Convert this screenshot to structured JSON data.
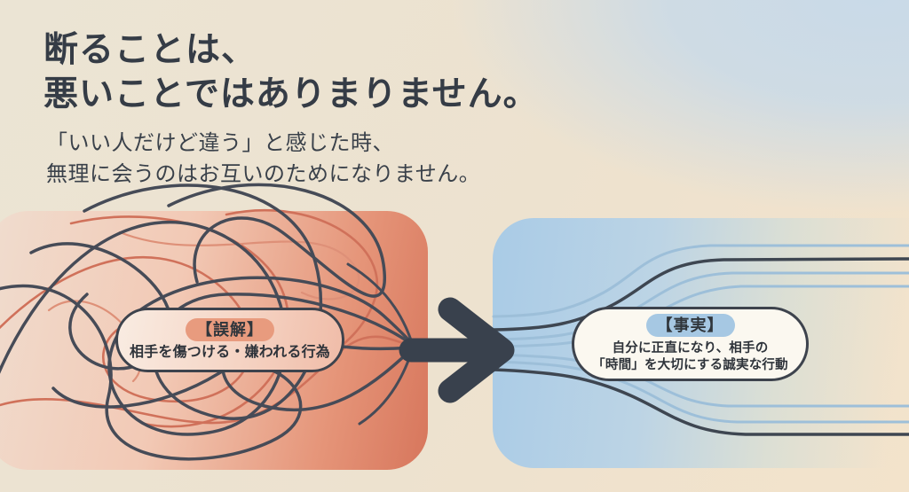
{
  "header": {
    "title_line1": "断ることは、",
    "title_line2": "悪いことではありまりません。",
    "subtitle_line1": "「いい人だけど違う」と感じた時、",
    "subtitle_line2": "無理に会うのはお互いのためになりません。"
  },
  "misconception": {
    "tag": "【誤解】",
    "description": "相手を傷つける・嫌われる行為"
  },
  "fact": {
    "tag": "【事実】",
    "description_line1": "自分に正直になり、相手の",
    "description_line2": "「時間」を大切にする誠実な行動"
  },
  "colors": {
    "ink": "#353c46",
    "panel_red": "#d7765c",
    "panel_red_light": "#f0ddcf",
    "panel_blue": "#a9cbe6",
    "tangle_dark": "#464b57",
    "tangle_red": "#d0715a",
    "flow_blue": "#9dbfd9",
    "flow_dark": "#3e4651",
    "pill_red": "#e89b7e",
    "pill_blue": "#a6c8e3",
    "arrow": "#39414d",
    "background_cream": "#ede2cf",
    "background_blue": "#c9dae8"
  }
}
